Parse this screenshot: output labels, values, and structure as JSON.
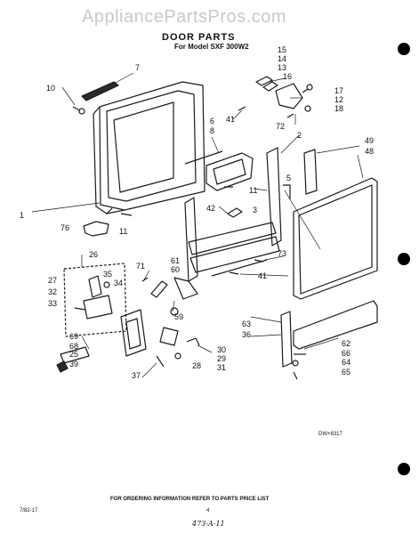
{
  "header": {
    "watermark": "AppliancePartsPros.com",
    "title": "DOOR PARTS",
    "subtitle": "For Model SXF 300W2"
  },
  "callouts": {
    "c1": "1",
    "c2": "2",
    "c3": "3",
    "c5": "5",
    "c6": "6",
    "c7": "7",
    "c8": "8",
    "c10": "10",
    "c11a": "11",
    "c11b": "11",
    "c12": "12",
    "c13": "13",
    "c14": "14",
    "c15": "15",
    "c16": "16",
    "c17": "17",
    "c18": "18",
    "c25": "25",
    "c26": "26",
    "c27": "27",
    "c28": "28",
    "c29": "29",
    "c30": "30",
    "c31": "31",
    "c32": "32",
    "c33": "33",
    "c34": "34",
    "c35": "35",
    "c36": "36",
    "c37": "37",
    "c39": "39",
    "c41a": "41",
    "c41b": "41",
    "c42": "42",
    "c48": "48",
    "c49": "49",
    "c59": "59",
    "c60": "60",
    "c61": "61",
    "c62": "62",
    "c63": "63",
    "c64": "64",
    "c65": "65",
    "c66": "66",
    "c68": "68",
    "c69": "69",
    "c71": "71",
    "c72": "72",
    "c73": "73",
    "c76": "76"
  },
  "drawing_number": "DW+8317",
  "footer": {
    "ordering_note": "FOR ORDERING INFORMATION REFER TO PARTS PRICE LIST",
    "code": "7/82-17",
    "page_number": "4",
    "handwritten": "473-A-11"
  }
}
